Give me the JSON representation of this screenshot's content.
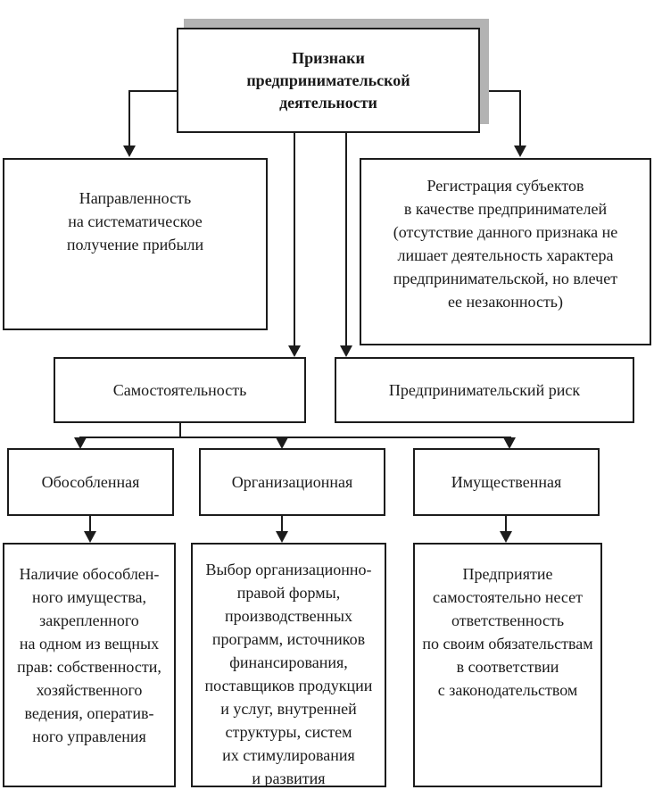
{
  "diagram": {
    "type": "flowchart",
    "language": "ru",
    "colors": {
      "background": "#ffffff",
      "border": "#1c1c1c",
      "text": "#1a1a1a",
      "title_shadow": "#b3b3b3"
    },
    "nodes": {
      "title": {
        "text": "Признаки\nпредпринимательской\nдеятельности",
        "bold": true
      },
      "profit": {
        "text": "Направленность\nна систематическое\nполучение прибыли"
      },
      "registration": {
        "text": "Регистрация субъектов\nв качестве предпринимателей\n(отсутствие данного признака не\nлишает деятельность характера\nпредпринимательской, но влечет\nее незаконность)"
      },
      "independence": {
        "text": "Самостоятельность"
      },
      "risk": {
        "text": "Предпринимательский риск"
      },
      "separate": {
        "text": "Обособленная"
      },
      "organizational": {
        "text": "Организационная"
      },
      "property": {
        "text": "Имущественная"
      },
      "separate_detail": {
        "text": "Наличие обособлен-\nного имущества,\nзакрепленного\nна одном из вещных\nправ: собственности,\nхозяйственного\nведения, оператив-\nного управления"
      },
      "organizational_detail": {
        "text": "Выбор организационно-\nправой формы,\nпроизводственных\nпрограмм, источников\nфинансирования,\nпоставщиков продукции\nи услуг, внутренней\nструктуры, систем\nих стимулирования\nи развития"
      },
      "property_detail": {
        "text": "Предприятие\nсамостоятельно несет\nответственность\nпо своим обязательствам\nв соответствии\nс законодательством"
      }
    },
    "edges": [
      "title -> profit",
      "title -> registration",
      "title -> independence",
      "title -> risk",
      "independence -> separate",
      "independence -> organizational",
      "independence -> property",
      "separate -> separate_detail",
      "organizational -> organizational_detail",
      "property -> property_detail"
    ]
  }
}
